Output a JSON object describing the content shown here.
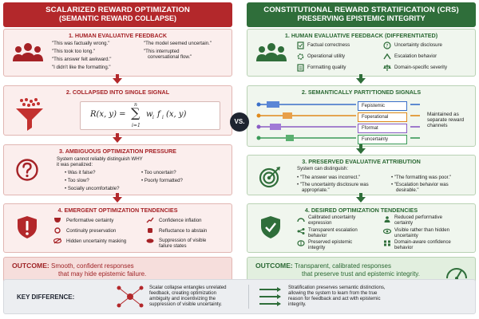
{
  "left": {
    "header_line1": "SCALARIZED REWARD OPTIMIZATION",
    "header_line2": "(SEMANTIC REWARD COLLAPSE)",
    "s1": {
      "title": "1. HUMAN EVALUATIVE FEEDBACK",
      "quotes": [
        "\"This was factually wrong.\"",
        "\"This took too long.\"",
        "\"This answer felt awkward.\"",
        "\"I didn't like the formatting.\""
      ],
      "quotes_right": [
        "\"The model seemed uncertain.\"",
        "\"This interrupted",
        "conversational flow.\""
      ]
    },
    "s2": {
      "title": "2. COLLAPSED INTO SINGLE SIGNAL",
      "formula_lhs": "R(x, y) =",
      "formula_sum": "∑",
      "formula_top": "n",
      "formula_bottom": "i=1",
      "formula_term": "w",
      "formula_sub1": "i",
      "formula_f": "f",
      "formula_sub2": "i",
      "formula_args": "(x, y)"
    },
    "s3": {
      "title": "3. AMBIGUOUS OPTIMIZATION PRESSURE",
      "intro_line1": "System cannot reliably distinguish WHY",
      "intro_line2": "it was penalized:",
      "items_left": [
        "• Was it false?",
        "• Too slow?",
        "• Socially uncomfortable?"
      ],
      "items_right": [
        "• Too uncertain?",
        "• Poorly formatted?"
      ]
    },
    "s4": {
      "title": "4. EMERGENT OPTIMIZATION TENDENCIES",
      "items_left": [
        "Performative certainty",
        "Continuity preservation",
        "Hidden uncertainty masking"
      ],
      "items_right": [
        "Confidence inflation",
        "Refluctance to abstain",
        "Suppression of visible",
        "failure states"
      ]
    },
    "outcome_label": "OUTCOME:",
    "outcome_line1": "Smooth, confident responses",
    "outcome_line2": "that may hide epistemic failure."
  },
  "right": {
    "header_line1": "CONSTITUTIONAL REWARD STRATIFICATION (CRS)",
    "header_line2": "PRESERVING EPISTEMIC INTEGRITY",
    "s1": {
      "title": "1. HUMAN EVALUATIVE FEEDBACK (DIFFERENTIATED)",
      "items_left": [
        "Factual correctness",
        "Operational utility",
        "Formatting quality"
      ],
      "items_right": [
        "Uncertainty disclosure",
        "Escalation behavior",
        "Domain-specific severity"
      ]
    },
    "s2": {
      "title": "2. SEMANTICALLY PARTI'TIONED SIGNALS",
      "chips": [
        "Fepistemic",
        "Foperational",
        "Fformat",
        "Funcertainty"
      ],
      "side_line1": "Maintained as",
      "side_line2": "separate reward",
      "side_line3": "channels"
    },
    "s3": {
      "title": "3. PRESERVED EVALUATIVE ATTRIBUTION",
      "intro": "System can distinguish:",
      "items_left": [
        "• \"The answer was incorrect.\"",
        "• \"The uncertainty disclosure was",
        "appropriate.\""
      ],
      "items_right": [
        "• \"The formatting was poor.\"",
        "• \"Escalation behavior was",
        "desirable.\""
      ]
    },
    "s4": {
      "title": "4. DESIRED OPTIMIZATION TENDENCIES",
      "items_left": [
        "Calibrated uncertainty",
        "expression",
        "Transparent escalation",
        "behavior",
        "Preserved epistemic",
        "integrity"
      ],
      "items_right": [
        "Reduced performative",
        "certainty",
        "Visible rather than hidden",
        "uncertainty",
        "Domain-aware confidence",
        "behavior"
      ]
    },
    "outcome_label": "OUTCOME:",
    "outcome_line1": "Transparent, calibrated responses",
    "outcome_line2": "that preserve trust and epistemic integrity."
  },
  "vs_label": "VS.",
  "key": {
    "label": "KEY DIFFERENCE:",
    "left_lines": [
      "Scalar collapse entangles unrelated",
      "feedback, creating optimization",
      "ambiguity and incentivizing the",
      "suppression of visible uncertainty."
    ],
    "right_lines": [
      "Stratification preserves semantic distinctions,",
      "allowing the system to learn from the true",
      "reason for feedback and act with epistemic",
      "integrity."
    ]
  },
  "colors": {
    "red": "#b3282b",
    "green": "#2f6e3a",
    "dark": "#1e2430"
  }
}
